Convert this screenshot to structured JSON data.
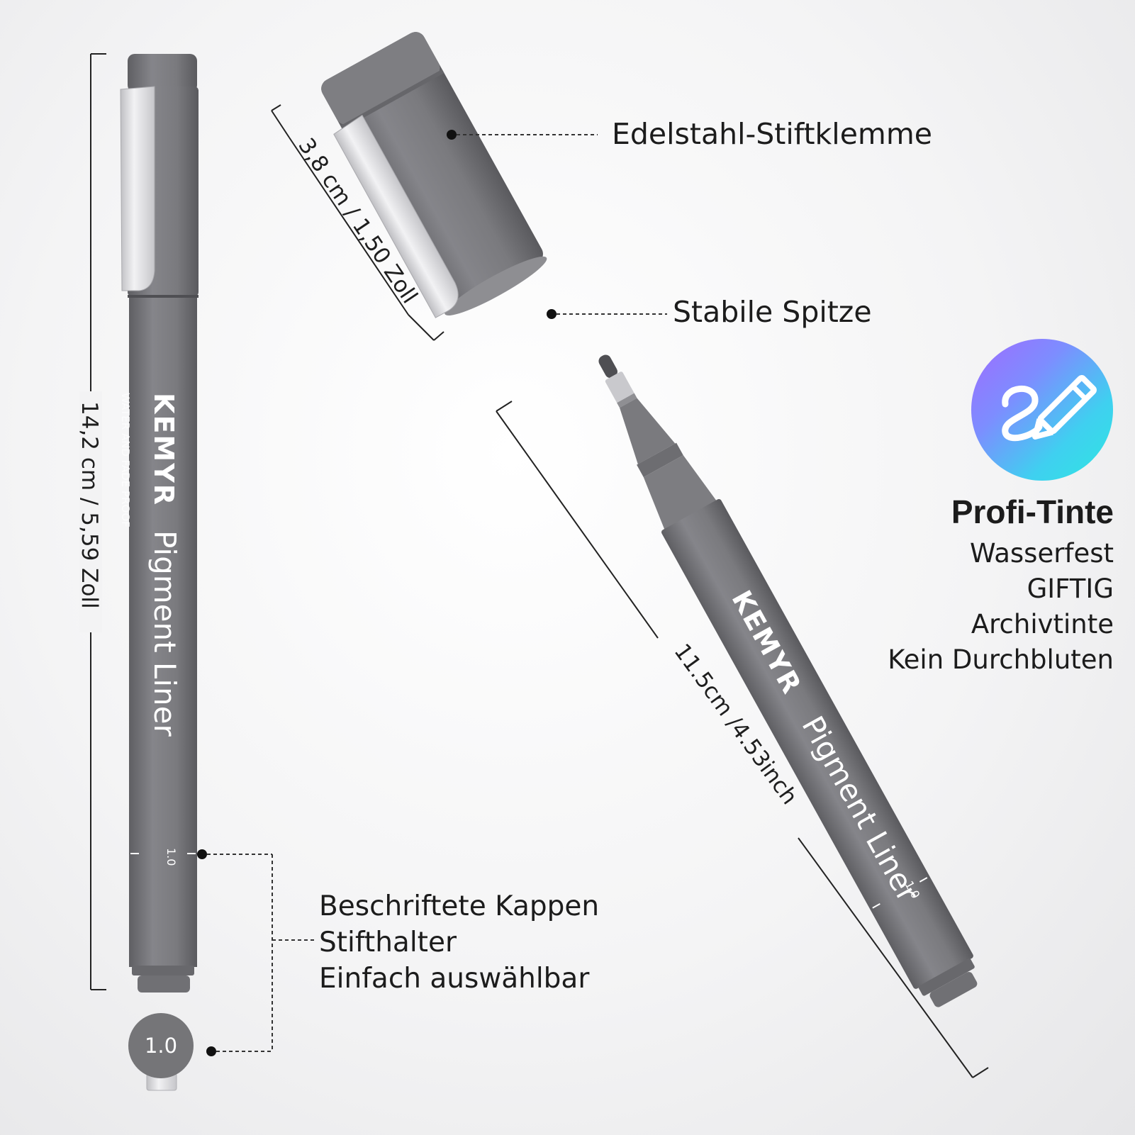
{
  "pen": {
    "brand": "KEMYR",
    "product": "Pigment Liner",
    "tagline": "WATER AND FADE PROOF",
    "size_mark": "1.0"
  },
  "dimensions": {
    "pen_length": "14,2 cm / 5,59 Zoll",
    "cap_length": "3,8 cm / 1,50 Zoll",
    "body_length": "11.5cm /4.53inch"
  },
  "callouts": {
    "clip": "Edelstahl-Stiftklemme",
    "tip": "Stabile Spitze",
    "caps": [
      "Beschriftete Kappen",
      "Stifthalter",
      "Einfach auswählbar"
    ]
  },
  "ink": {
    "title": "Profi-Tinte",
    "features": [
      "Wasserfest",
      "GIFTIG",
      "Archivtinte",
      "Kein Durchbluten"
    ]
  },
  "badge": {
    "size": "1.0"
  },
  "colors": {
    "pen_body": "#76767a",
    "pen_dark": "#5e5e62",
    "clip_metal": "#d9d9dc",
    "text": "#1c1c1c"
  }
}
